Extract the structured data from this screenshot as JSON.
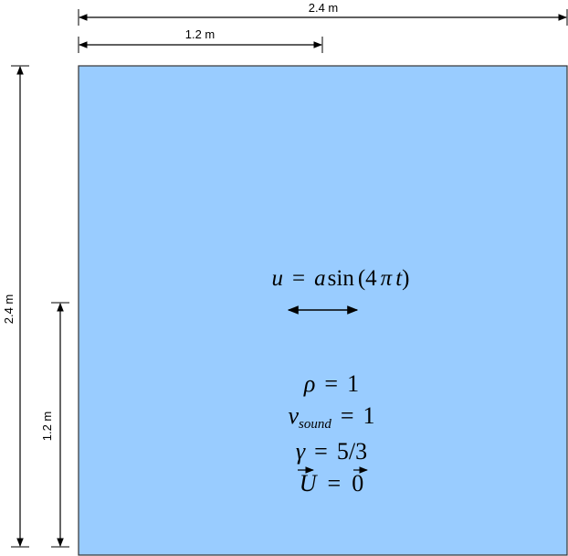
{
  "dimensions": {
    "top_full": "2.4 m",
    "top_half": "1.2 m",
    "left_full": "2.4 m",
    "left_half": "1.2 m"
  },
  "equations": {
    "forcing": {
      "lhs": "u",
      "eq": "=",
      "a": "a",
      "fn": "sin",
      "arg_open": "(",
      "four": "4",
      "pi": "π",
      "t": "t",
      "arg_close": ")"
    },
    "density": {
      "sym": "ρ",
      "eq": "=",
      "val": "1"
    },
    "sound": {
      "sym": "v",
      "sub": "sound",
      "eq": "=",
      "val": "1"
    },
    "gamma": {
      "sym": "γ",
      "eq": "=",
      "val": "5/3"
    },
    "velocity": {
      "sym": "U",
      "eq": "=",
      "val": "0"
    }
  },
  "colors": {
    "domain_fill": "#99ccff",
    "domain_stroke": "#333333",
    "line": "#000000"
  },
  "icons": {
    "oscillation": "double-headed-arrow-icon"
  }
}
